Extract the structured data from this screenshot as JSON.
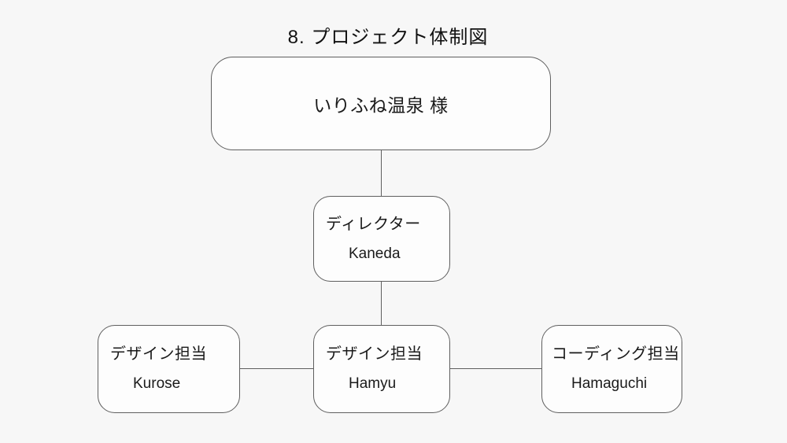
{
  "page": {
    "title": "8. プロジェクト体制図",
    "background_color": "#f7f7f7",
    "box_border_color": "#5f5f5f",
    "box_fill_color": "#fdfdfd",
    "text_color": "#1a1a1a"
  },
  "org_chart": {
    "client": {
      "name": "いりふね温泉 様"
    },
    "director": {
      "role": "ディレクター",
      "name": "Kaneda"
    },
    "members": [
      {
        "role": "デザイン担当",
        "name": "Kurose"
      },
      {
        "role": "デザイン担当",
        "name": "Hamyu"
      },
      {
        "role": "コーディング担当",
        "name": "Hamaguchi"
      }
    ]
  }
}
